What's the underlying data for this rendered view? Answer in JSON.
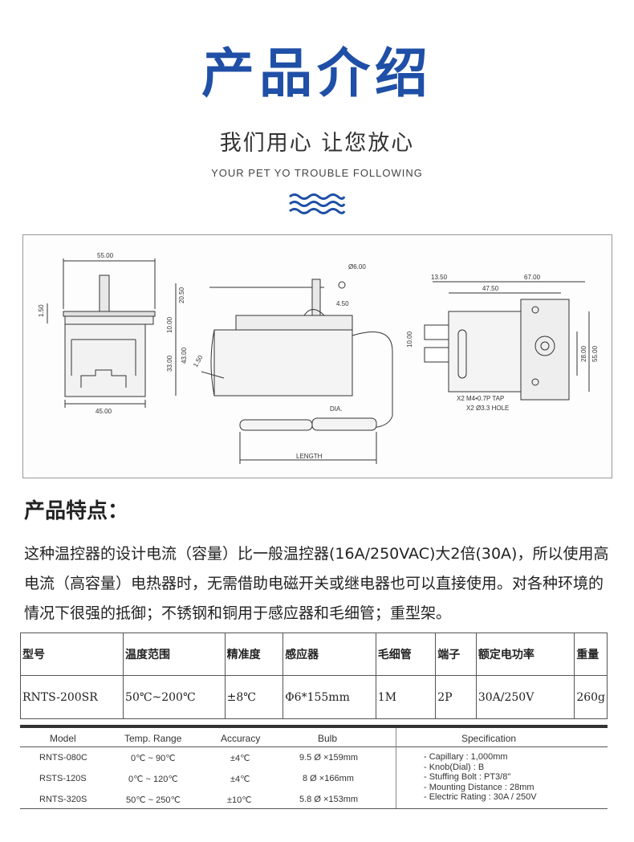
{
  "header": {
    "title": "产品介绍",
    "subtitle": "我们用心 让您放心",
    "tagline": "YOUR PET YO TROUBLE FOLLOWING"
  },
  "drawing": {
    "dims": {
      "d55": "55.00",
      "d150": "1.50",
      "d45": "45.00",
      "d2050": "20.50",
      "d1000": "10.00",
      "d3300": "33.00",
      "d4300": "43.00",
      "d150b": "1.50",
      "d600": "Ø6.00",
      "d450": "4.50",
      "dia": "DIA.",
      "length": "LENGTH",
      "d1350": "13.50",
      "d6700": "67.00",
      "d4750": "47.50",
      "d1000b": "10.00",
      "d2800": "28.00",
      "d5500": "55.00",
      "tap": "X2 M4•0.7P TAP",
      "hole": "X2 Ø3.3 HOLE"
    }
  },
  "features": {
    "heading": "产品特点：",
    "paragraph": "这种温控器的设计电流（容量）比一般温控器(16A/250VAC)大2倍(30A)，所以使用高电流（高容量）电热器时，无需借助电磁开关或继电器也可以直接使用。对各种环境的情况下很强的抵御；不锈钢和铜用于感应器和毛细管；重型架。"
  },
  "spec_table": {
    "headers": [
      "型号",
      "温度范围",
      "精准度",
      "感应器",
      "毛细管",
      "端子",
      "额定电功率",
      "重量"
    ],
    "row": [
      "RNTS-200SR",
      "50℃~200℃",
      "±8℃",
      "Φ6*155mm",
      "1M",
      "2P",
      "30A/250V",
      "260g"
    ]
  },
  "model_table": {
    "headers": [
      "Model",
      "Temp. Range",
      "Accuracy",
      "Bulb",
      "Specification"
    ],
    "rows": [
      [
        "RNTS-080C",
        "0℃ ~ 90℃",
        "±4℃",
        "9.5 Ø ×159mm"
      ],
      [
        "RSTS-120S",
        "0℃ ~ 120℃",
        "±4℃",
        "8 Ø ×166mm"
      ],
      [
        "RNTS-320S",
        "50℃ ~ 250℃",
        "±10℃",
        "5.8 Ø ×153mm"
      ]
    ],
    "specs": [
      "- Capillary : 1,000mm",
      "- Knob(Dial) : B",
      "- Stuffing Bolt : PT3/8\"",
      "- Mounting Distance : 28mm",
      "- Electric Rating : 30A / 250V"
    ]
  }
}
